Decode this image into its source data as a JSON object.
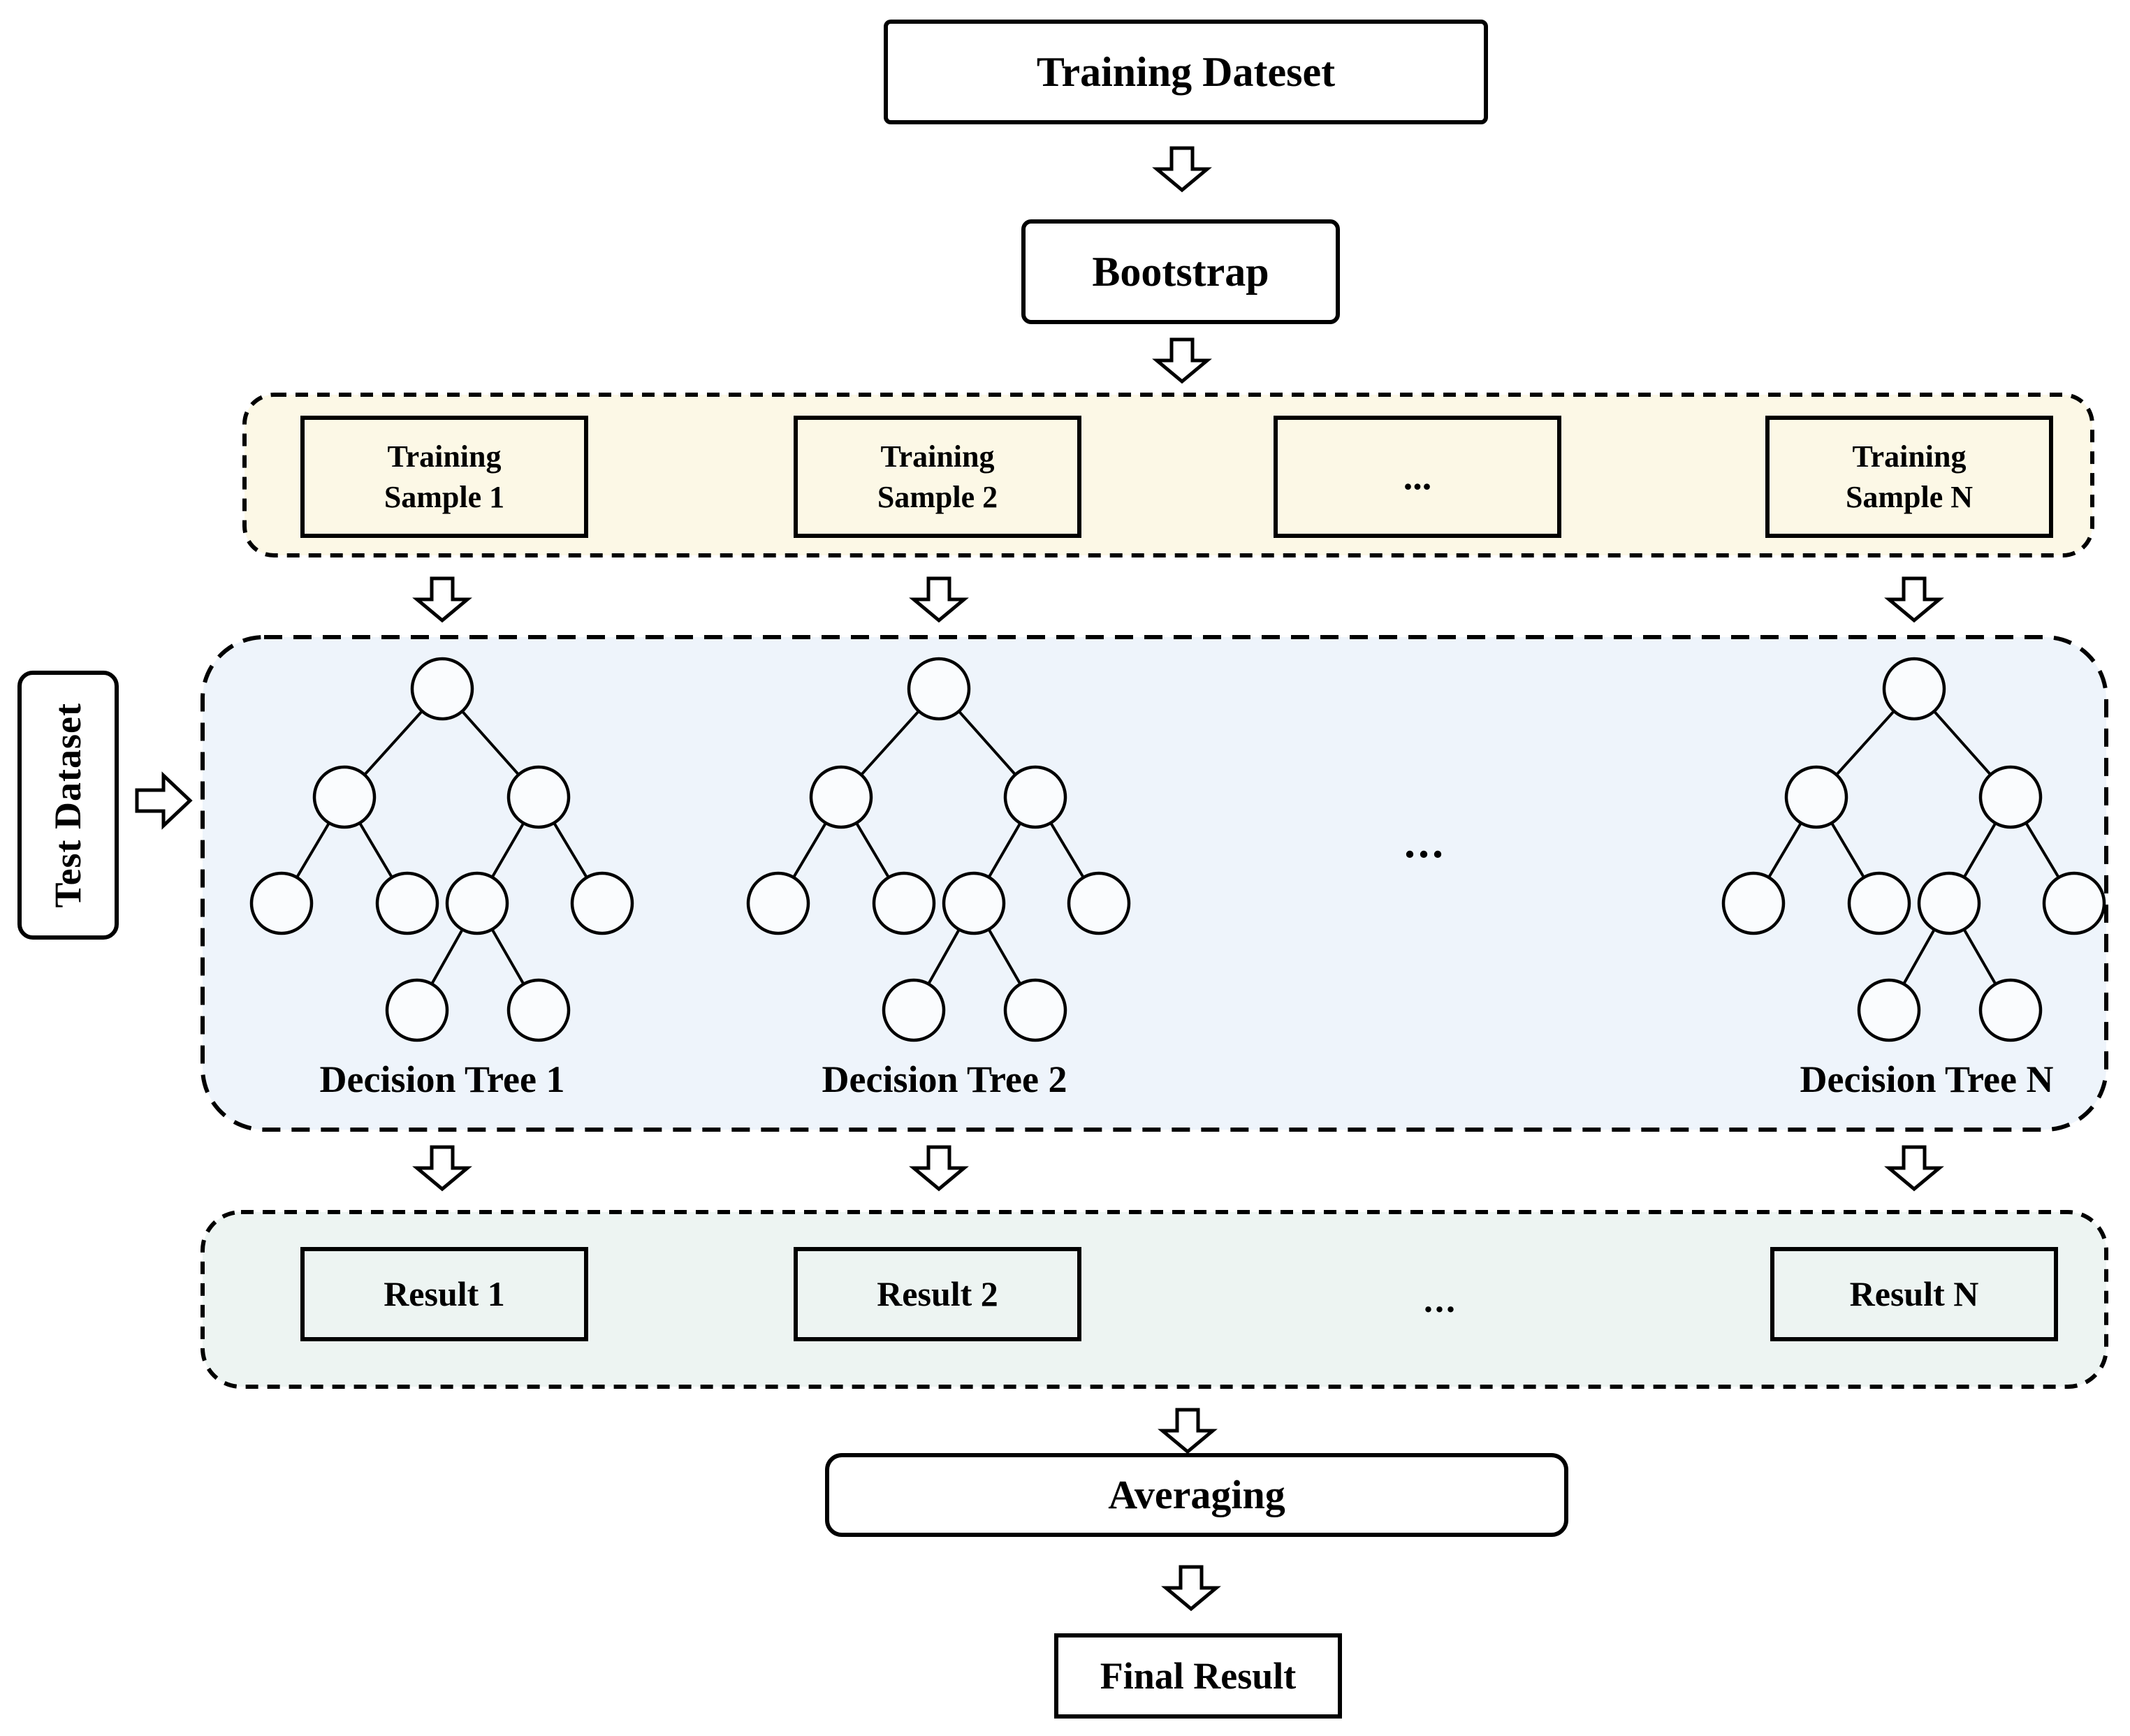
{
  "colors": {
    "samples-bg": "#fcf8e6",
    "trees-bg": "#eef4fb",
    "results-bg": "#edf4f2",
    "node-bg": "#fafcfe",
    "box-bg": "#ffffff",
    "stroke": "#000000"
  },
  "nodes": {
    "training_dataset": "Training Dateset",
    "bootstrap": "Bootstrap",
    "test_dataset": "Test Dataset",
    "averaging": "Averaging",
    "final_result": "Final Result"
  },
  "ellipsis": "...",
  "samples": [
    {
      "line1": "Training",
      "line2": "Sample 1"
    },
    {
      "line1": "Training",
      "line2": "Sample 2"
    },
    {
      "line1": "Training",
      "line2": "Sample N"
    }
  ],
  "trees": {
    "labels": [
      "Decision Tree 1",
      "Decision Tree 2",
      "Decision Tree N"
    ]
  },
  "results": [
    "Result 1",
    "Result 2",
    "Result N"
  ]
}
